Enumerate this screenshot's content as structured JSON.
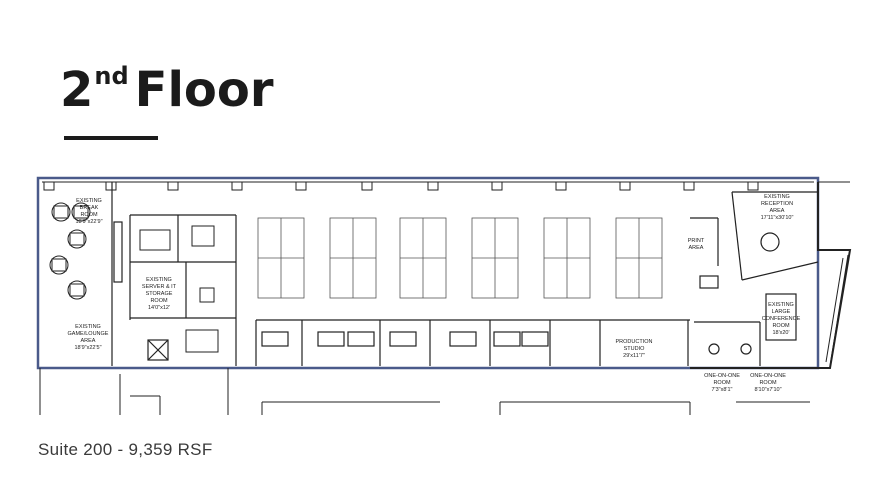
{
  "heading": {
    "number": "2",
    "superscript": "nd",
    "word": "Floor"
  },
  "caption": "Suite 200 - 9,359 RSF",
  "rooms": {
    "break_room": [
      "EXISTING",
      "BREAK",
      "ROOM",
      "18'9\"x22'9\""
    ],
    "game_lounge": [
      "EXISTING",
      "GAME/LOUNGE",
      "AREA",
      "18'9\"x22'5\""
    ],
    "server_room": [
      "EXISTING",
      "SERVER & IT",
      "STORAGE",
      "ROOM",
      "14'0\"x12'"
    ],
    "production_studio": [
      "PRODUCTION",
      "STUDIO",
      "29'x11'7\""
    ],
    "print_area": [
      "PRINT",
      "AREA"
    ],
    "reception": [
      "EXISTING",
      "RECEPTION",
      "AREA",
      "17'11\"x30'10\""
    ],
    "conference": [
      "EXISTING",
      "LARGE",
      "CONFERENCE",
      "ROOM",
      "18'x20'"
    ],
    "one_on_one_1": [
      "ONE-ON-ONE",
      "ROOM",
      "7'3\"x8'1\""
    ],
    "one_on_one_2": [
      "ONE-ON-ONE",
      "ROOM",
      "8'10\"x7'10\""
    ]
  },
  "colors": {
    "ink": "#1b1b1b",
    "wall": "#222222",
    "exterior": "#4a5a8a",
    "caption": "#3a3a3a"
  }
}
